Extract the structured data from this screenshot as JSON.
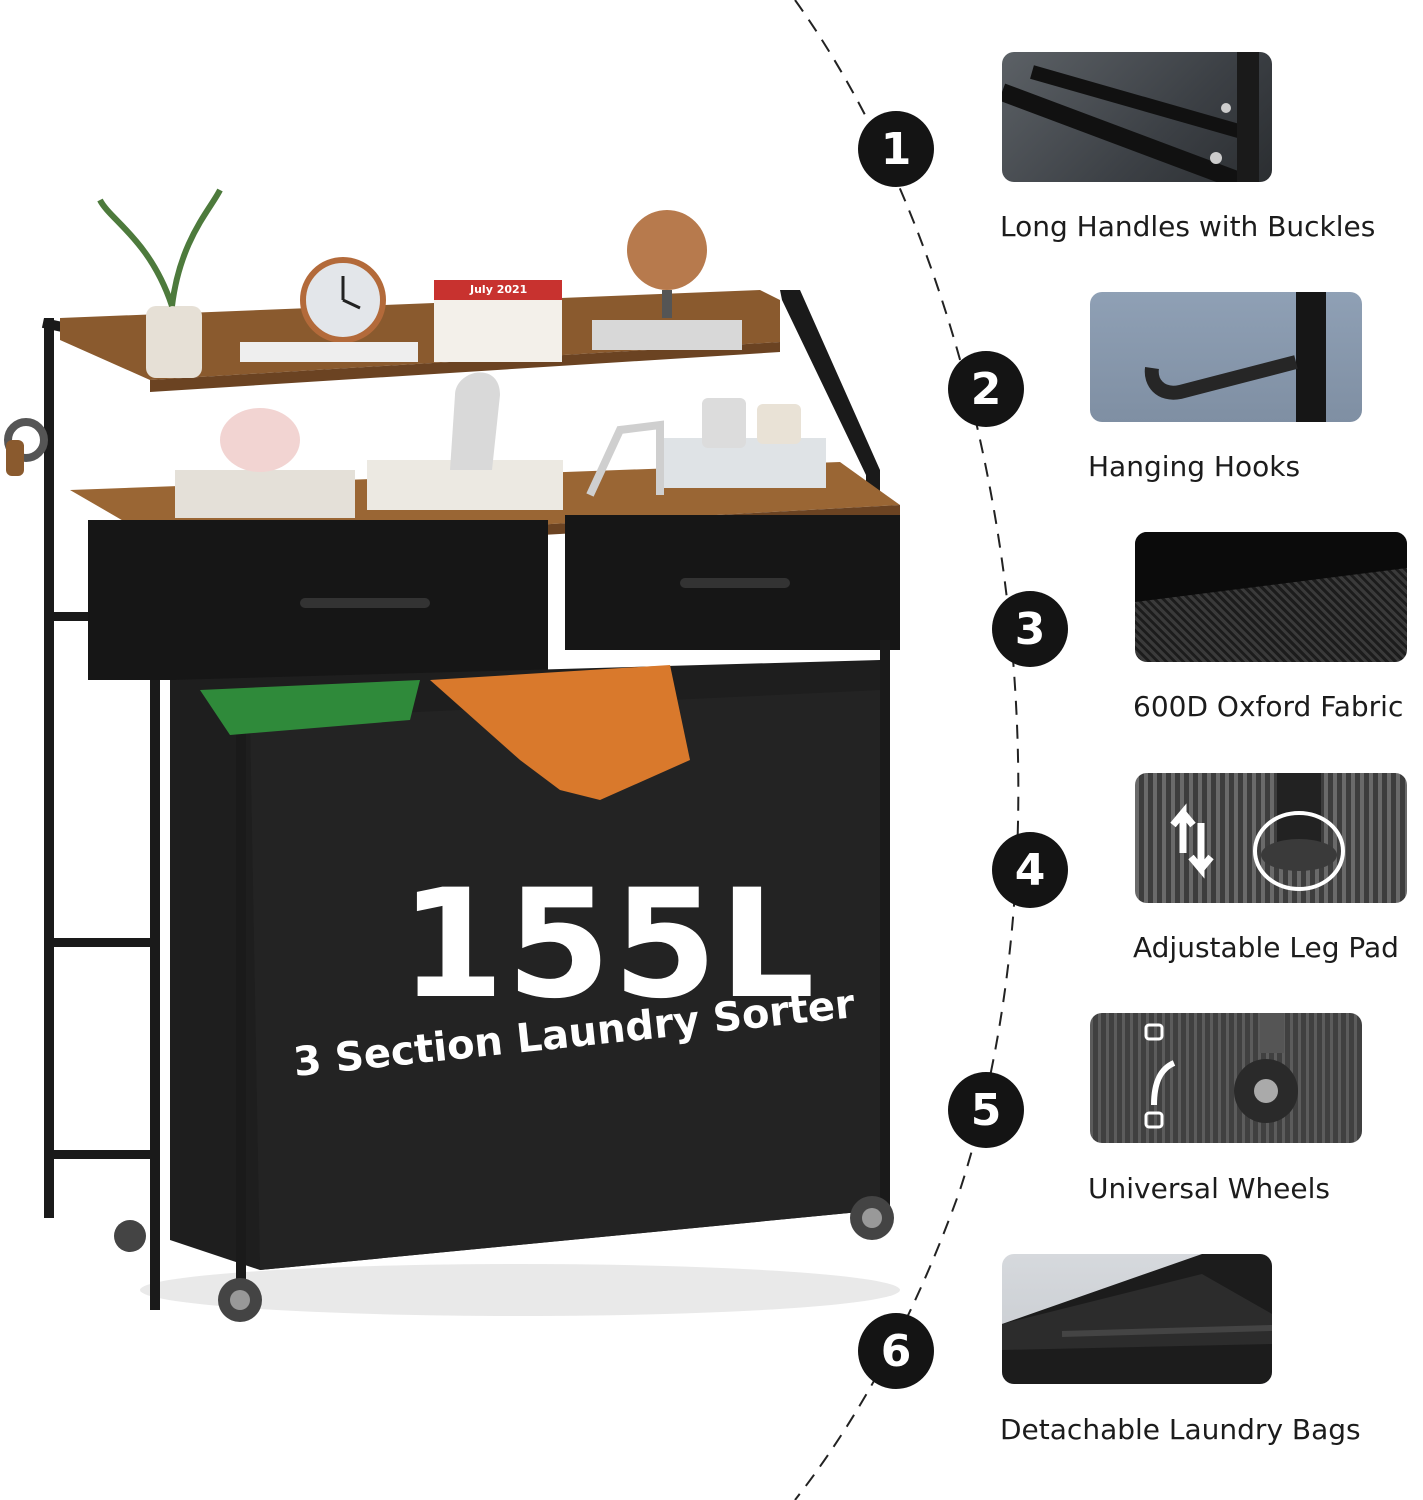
{
  "product": {
    "capacity": "155L",
    "subtitle": "3 Section Laundry Sorter",
    "calendar_label": "July  2021"
  },
  "features": [
    {
      "number": "1",
      "label": "Long Handles with Buckles",
      "icon": "handle-buckle-icon"
    },
    {
      "number": "2",
      "label": "Hanging Hooks",
      "icon": "hook-icon"
    },
    {
      "number": "3",
      "label": "600D Oxford Fabric",
      "icon": "fabric-texture-icon"
    },
    {
      "number": "4",
      "label": "Adjustable Leg Pad",
      "icon": "leg-pad-icon"
    },
    {
      "number": "5",
      "label": "Universal Wheels",
      "icon": "wheel-icon"
    },
    {
      "number": "6",
      "label": "Detachable Laundry Bags",
      "icon": "laundry-bag-icon"
    }
  ],
  "colors": {
    "badge": "#141414",
    "frame": "#1a1a1a",
    "wood": "#8a5a2e",
    "fabric": "#1e1e1e",
    "accent_cloth": "#d9792c"
  }
}
